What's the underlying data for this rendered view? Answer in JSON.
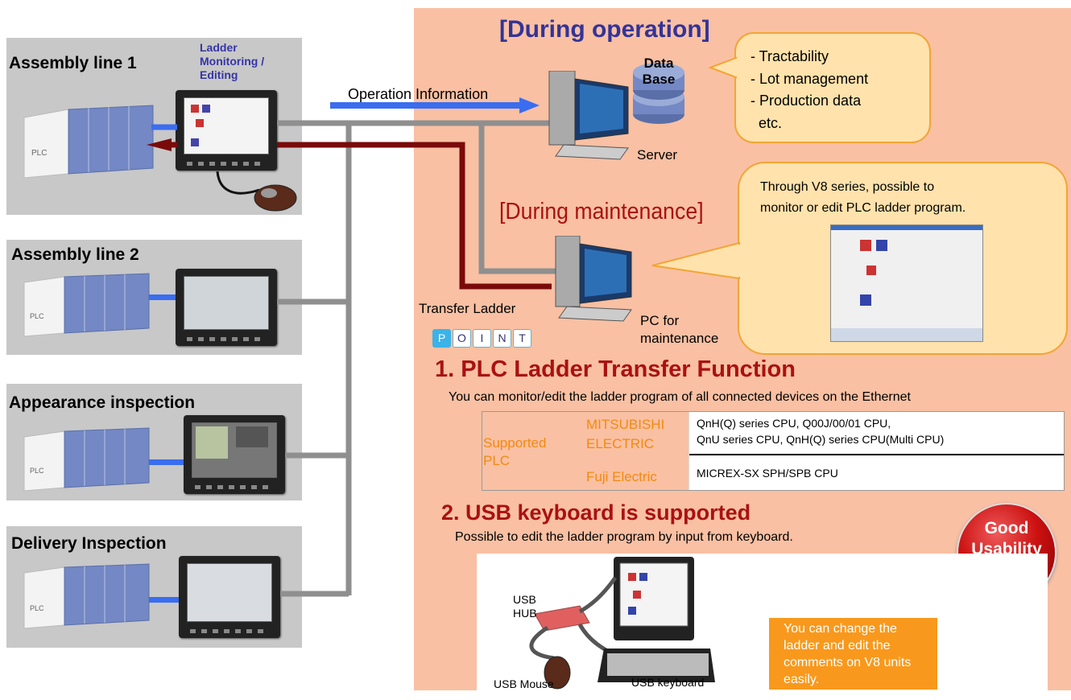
{
  "lines": [
    {
      "title": "Assembly line 1"
    },
    {
      "title": "Assembly line 2"
    },
    {
      "title": "Appearance inspection"
    },
    {
      "title": "Delivery Inspection"
    }
  ],
  "ladder_label": "Ladder\nMonitoring /\nEditing",
  "operation_info": "Operation Information",
  "during_operation": "[During operation]",
  "during_maintenance": "[During maintenance]",
  "database_label": "Data\nBase",
  "server_label": "Server",
  "pc_maintenance_label": "PC for\nmaintenance",
  "transfer_ladder": "Transfer Ladder",
  "plc_tag": "PLC",
  "bubble1_items": [
    "- Tractability",
    "- Lot management",
    "- Production data",
    "  etc."
  ],
  "bubble2_text": "Through V8 series, possible to\nmonitor or edit PLC ladder program.",
  "point_letters": [
    "P",
    "O",
    "I",
    "N",
    "T"
  ],
  "section1": {
    "title": "1. PLC Ladder Transfer Function",
    "subtitle": "You can monitor/edit the ladder program of all connected devices on the Ethernet",
    "supported_label": "Supported\nPLC",
    "rows": [
      {
        "maker": "MITSUBISHI\nELECTRIC",
        "cpu": "QnH(Q) series CPU, Q00J/00/01 CPU,\nQnU series CPU, QnH(Q) series CPU(Multi CPU)"
      },
      {
        "maker": "Fuji Electric",
        "cpu": "MICREX-SX SPH/SPB CPU"
      }
    ]
  },
  "section2": {
    "title": "2. USB keyboard is supported",
    "subtitle": "Possible to edit the ladder program by input from keyboard."
  },
  "badge": "Good\nUsability",
  "usb_hub": "USB\nHUB",
  "usb_mouse": "USB Mouse",
  "usb_keyboard": "USB keyboard",
  "note": "You can change the ladder and edit the comments on V8 units easily.",
  "colors": {
    "peach": "#f9c0a3",
    "bubble_fill": "#ffe2ac",
    "bubble_border": "#f2a535",
    "heading_purple": "#333399",
    "heading_red": "#aa1111",
    "orange_text": "#f28a10",
    "note_box": "#f8991d",
    "arrow_blue": "#3a6df0",
    "arrow_darkred": "#7a0a0a",
    "connector_gray": "#8f8f8f",
    "badge_red": "#cc1111"
  }
}
